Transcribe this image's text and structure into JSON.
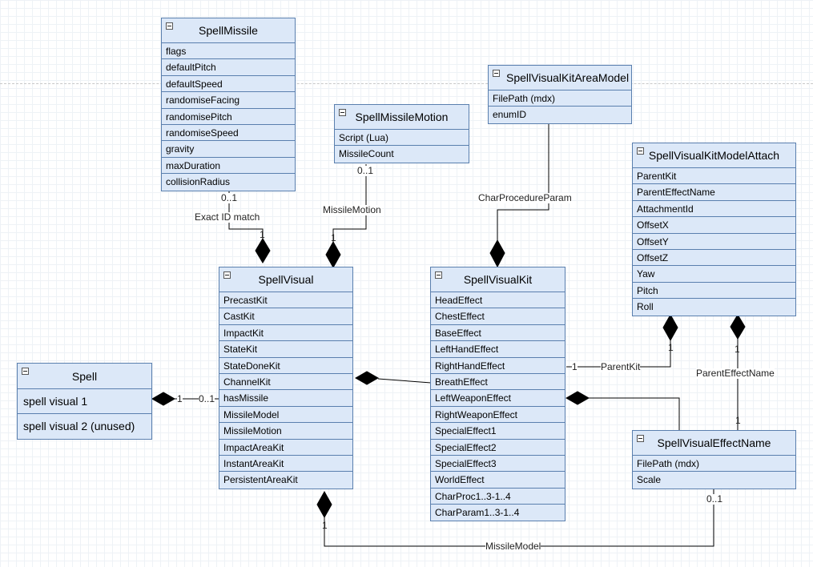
{
  "classes": {
    "spell_missile": {
      "title": "SpellMissile",
      "fields": [
        "flags",
        "defaultPitch",
        "defaultSpeed",
        "randomiseFacing",
        "randomisePitch",
        "randomiseSpeed",
        "gravity",
        "maxDuration",
        "collisionRadius"
      ]
    },
    "spell_missile_motion": {
      "title": "SpellMissileMotion",
      "fields": [
        "Script (Lua)",
        "MissileCount"
      ]
    },
    "spell_visual_kit_area_model": {
      "title": "SpellVisualKitAreaModel",
      "fields": [
        "FilePath (mdx)",
        "enumID"
      ]
    },
    "spell_visual_kit_model_attach": {
      "title": "SpellVisualKitModelAttach",
      "fields": [
        "ParentKit",
        "ParentEffectName",
        "AttachmentId",
        "OffsetX",
        "OffsetY",
        "OffsetZ",
        "Yaw",
        "Pitch",
        "Roll"
      ]
    },
    "spell_visual": {
      "title": "SpellVisual",
      "fields": [
        "PrecastKit",
        "CastKit",
        "ImpactKit",
        "StateKit",
        "StateDoneKit",
        "ChannelKit",
        "hasMissile",
        "MissileModel",
        "MissileMotion",
        "ImpactAreaKit",
        "InstantAreaKit",
        "PersistentAreaKit"
      ]
    },
    "spell_visual_kit": {
      "title": "SpellVisualKit",
      "fields": [
        "HeadEffect",
        "ChestEffect",
        "BaseEffect",
        "LeftHandEffect",
        "RightHandEffect",
        "BreathEffect",
        "LeftWeaponEffect",
        "RightWeaponEffect",
        "SpecialEffect1",
        "SpecialEffect2",
        "SpecialEffect3",
        "WorldEffect",
        "CharProc1..3-1..4",
        "CharParam1..3-1..4"
      ]
    },
    "spell": {
      "title": "Spell",
      "fields": [
        "spell visual 1",
        "spell visual 2 (unused)"
      ]
    },
    "spell_visual_effect_name": {
      "title": "SpellVisualEffectName",
      "fields": [
        "FilePath (mdx)",
        "Scale"
      ]
    }
  },
  "associations": {
    "exact_id_match": {
      "label": "Exact ID match",
      "source_mult": "0..1",
      "target_mult": "1"
    },
    "missile_motion": {
      "label": "MissileMotion",
      "source_mult": "0..1",
      "target_mult": "1"
    },
    "char_procedure_param": {
      "label": "CharProcedureParam"
    },
    "parent_kit": {
      "label": "ParentKit",
      "source_mult": "1",
      "target_mult": "1"
    },
    "parent_effect_name": {
      "label": "ParentEffectName",
      "source_mult": "1",
      "target_mult": "1"
    },
    "spell_visual_link": {
      "source_mult": "1",
      "target_mult": "0..1"
    },
    "missile_model": {
      "label": "MissileModel",
      "source_mult": "1",
      "target_mult": "0..1"
    }
  }
}
